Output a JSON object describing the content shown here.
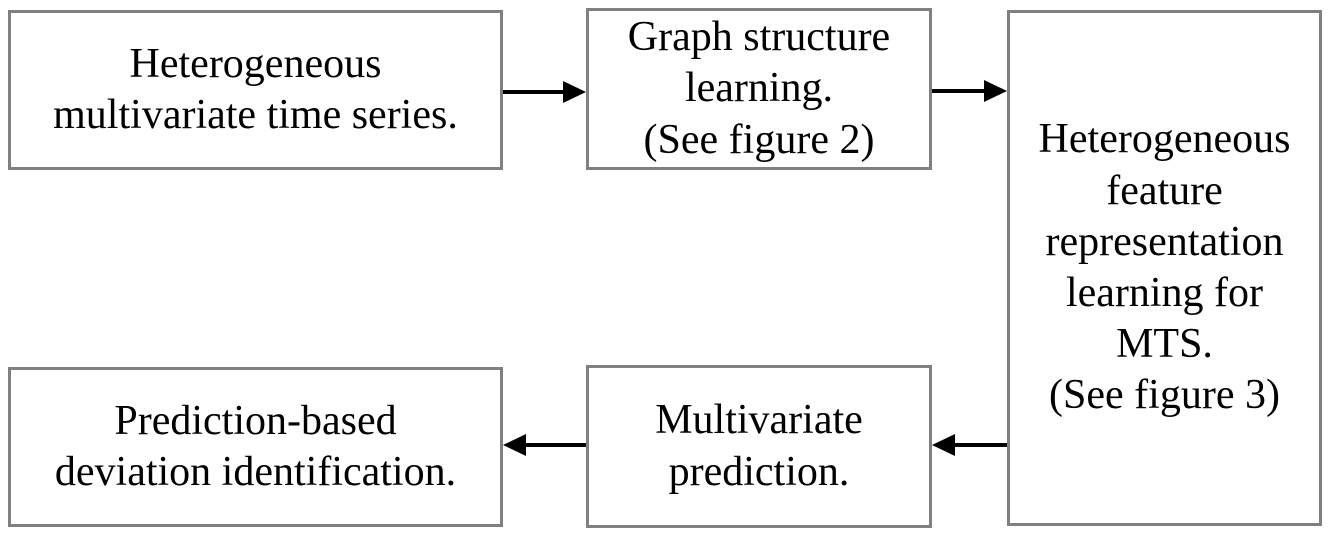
{
  "diagram": {
    "title": "",
    "colors": {
      "background": "#ffffff",
      "box_border": "#808080",
      "box_fill": "#ffffff",
      "text": "#000000",
      "arrow": "#000000"
    },
    "nodes": [
      {
        "id": "heterogeneous-mts-input",
        "text": "Heterogeneous\nmultivariate time series."
      },
      {
        "id": "graph-structure-learning",
        "text": "Graph structure\nlearning.\n(See figure 2)"
      },
      {
        "id": "heterogeneous-feature-representation-learning",
        "text": "Heterogeneous\nfeature\nrepresentation\nlearning for\nMTS.\n(See figure 3)"
      },
      {
        "id": "multivariate-prediction",
        "text": "Multivariate\nprediction."
      },
      {
        "id": "prediction-based-deviation-identification",
        "text": "Prediction-based\ndeviation identification."
      }
    ],
    "edges": [
      {
        "from": "heterogeneous-mts-input",
        "to": "graph-structure-learning",
        "direction": "right"
      },
      {
        "from": "graph-structure-learning",
        "to": "heterogeneous-feature-representation-learning",
        "direction": "right"
      },
      {
        "from": "heterogeneous-feature-representation-learning",
        "to": "multivariate-prediction",
        "direction": "left"
      },
      {
        "from": "multivariate-prediction",
        "to": "prediction-based-deviation-identification",
        "direction": "left"
      }
    ]
  }
}
